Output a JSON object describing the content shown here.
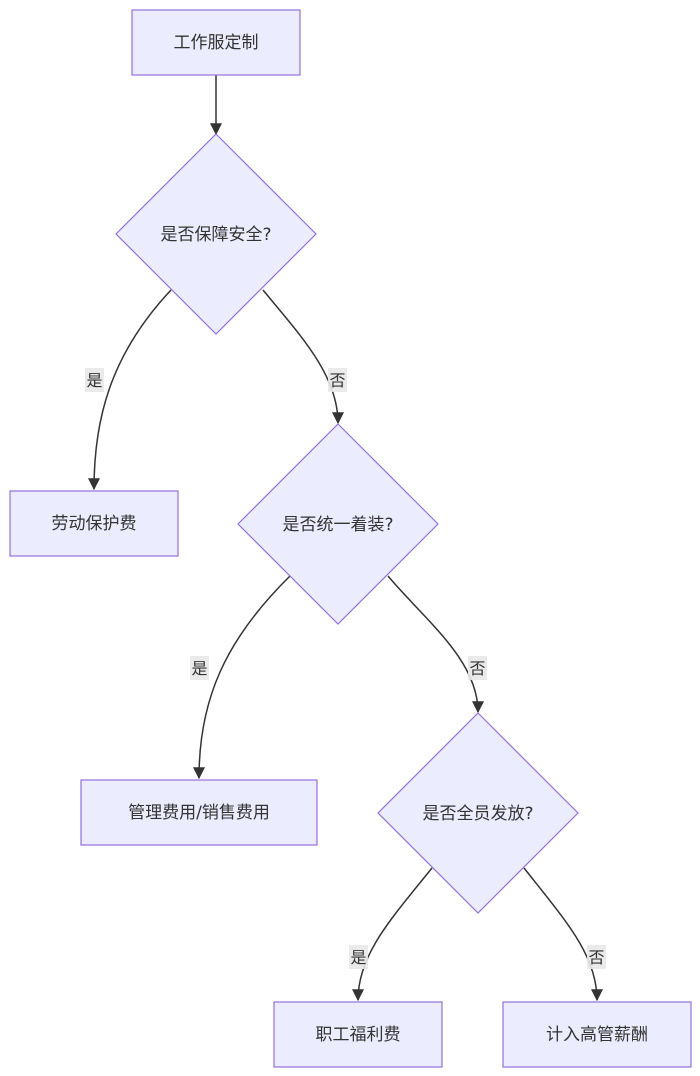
{
  "nodes": {
    "start": "工作服定制",
    "q_safety": "是否保障安全?",
    "labor_protection": "劳动保护费",
    "q_uniform": "是否统一着装?",
    "admin_sales": "管理费用/销售费用",
    "q_all_staff": "是否全员发放?",
    "welfare": "职工福利费",
    "exec_pay": "计入高管薪酬"
  },
  "edge_labels": {
    "safety_yes": "是",
    "safety_no": "否",
    "uniform_yes": "是",
    "uniform_no": "否",
    "all_yes": "是",
    "all_no": "否"
  },
  "colors": {
    "node_fill": "#ECECFF",
    "node_stroke": "#9370DB",
    "edge": "#333333",
    "label_bg": "#e8e8e8"
  }
}
